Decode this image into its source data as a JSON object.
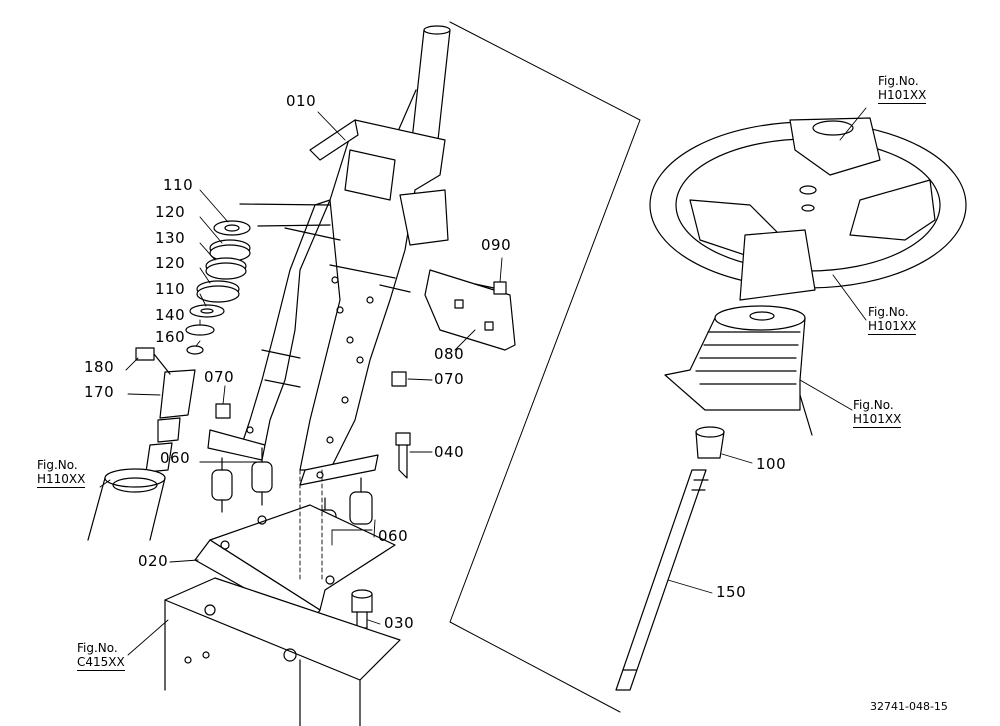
{
  "callouts": {
    "p010": "010",
    "p020": "020",
    "p030": "030",
    "p040": "040",
    "p060a": "060",
    "p060b": "060",
    "p070a": "070",
    "p070b": "070",
    "p080": "080",
    "p090": "090",
    "p100": "100",
    "p110a": "110",
    "p110b": "110",
    "p120a": "120",
    "p120b": "120",
    "p130": "130",
    "p140": "140",
    "p150": "150",
    "p160": "160",
    "p170": "170",
    "p180": "180"
  },
  "figure_refs": {
    "wheel_top": {
      "label": "Fig.No.",
      "ref": "H101XX"
    },
    "wheel_hub": {
      "label": "Fig.No.",
      "ref": "H101XX"
    },
    "boot": {
      "label": "Fig.No.",
      "ref": "H101XX"
    },
    "shaft_left": {
      "label": "Fig.No.",
      "ref": "H110XX"
    },
    "frame": {
      "label": "Fig.No.",
      "ref": "C415XX"
    }
  },
  "drawing_code": "32741-048-15"
}
